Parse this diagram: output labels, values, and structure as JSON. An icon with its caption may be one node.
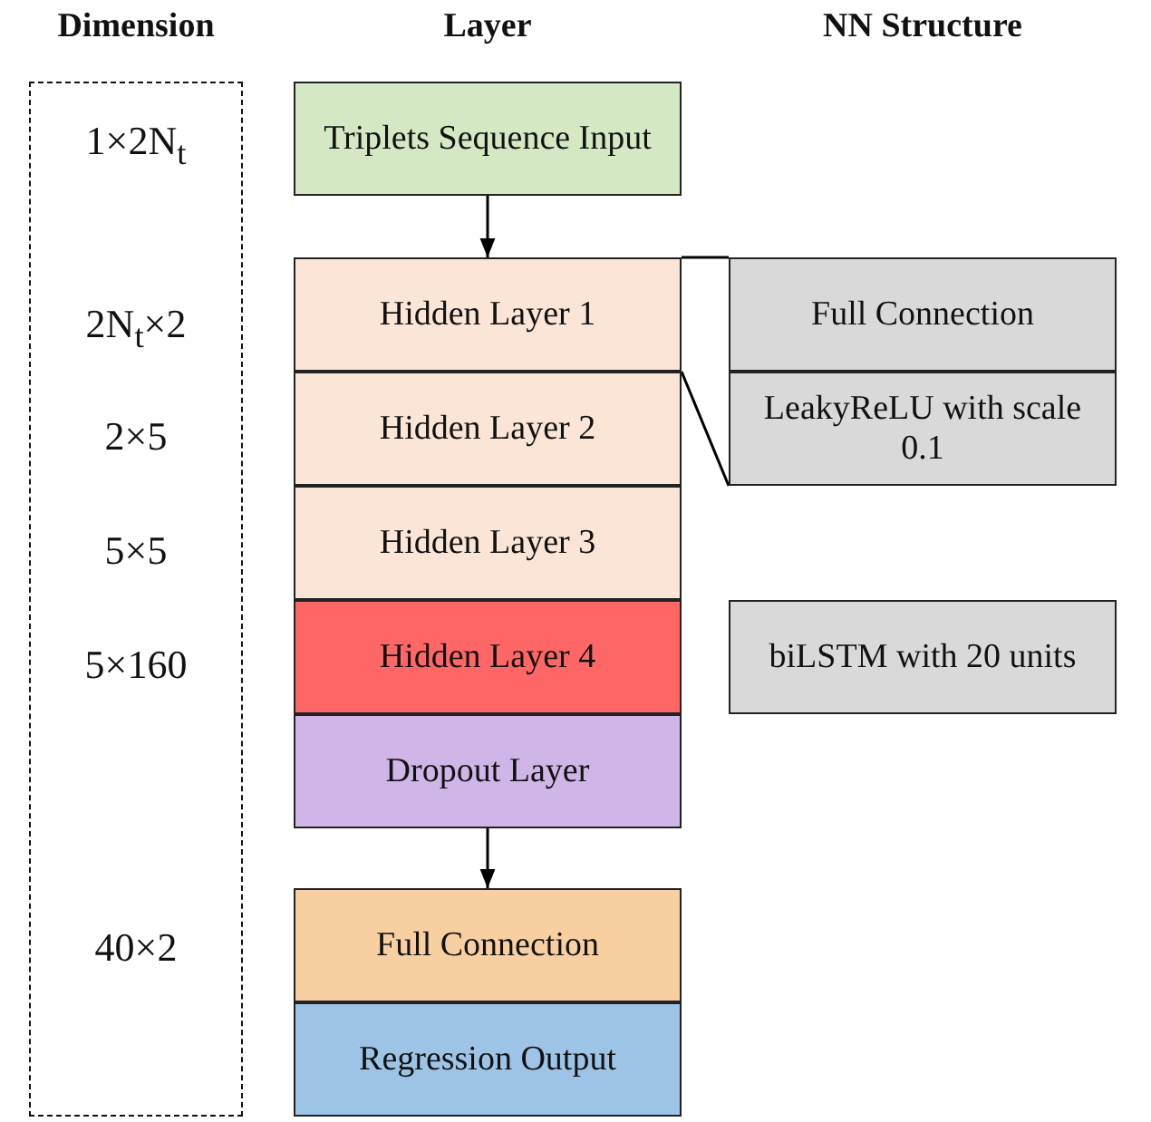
{
  "diagram": {
    "nodes": [
      {
        "text": [
          "1×2N$_{t}$",
          "2N$_{t}$×2",
          "2×5",
          "5×5",
          "5×160",
          "40×2"
        ]
      },
      {
        "text": [
          "Triplets Sequence Input"
        ]
      },
      {
        "text": [
          "Hidden Layer 1"
        ]
      },
      {
        "text": [
          "Hidden Layer 2"
        ]
      },
      {
        "text": [
          "Hidden Layer 3"
        ]
      },
      {
        "text": [
          "Hidden Layer 4"
        ]
      },
      {
        "text": [
          "Dropout Layer"
        ]
      },
      {
        "text": [
          "Full Connection"
        ]
      },
      {
        "text": [
          "Regression Output"
        ]
      },
      {
        "text": [
          "Full Connection"
        ]
      },
      {
        "text": [
          "LeakyReLU with scale 0.1"
        ]
      },
      {
        "text": [
          "biLSTM with 20 units"
        ]
      }
    ],
    "edges": [
      {
        "from": 1,
        "to": 2,
        "arrow": "to"
      },
      {
        "from": 6,
        "to": 7,
        "arrow": "to"
      },
      {
        "from": 2,
        "to": 9,
        "arrow": "none"
      },
      {
        "from": 2,
        "to": 10,
        "arrow": "none"
      }
    ],
    "labels": [
      "Dimension",
      "Layer",
      "NN Structure"
    ]
  }
}
